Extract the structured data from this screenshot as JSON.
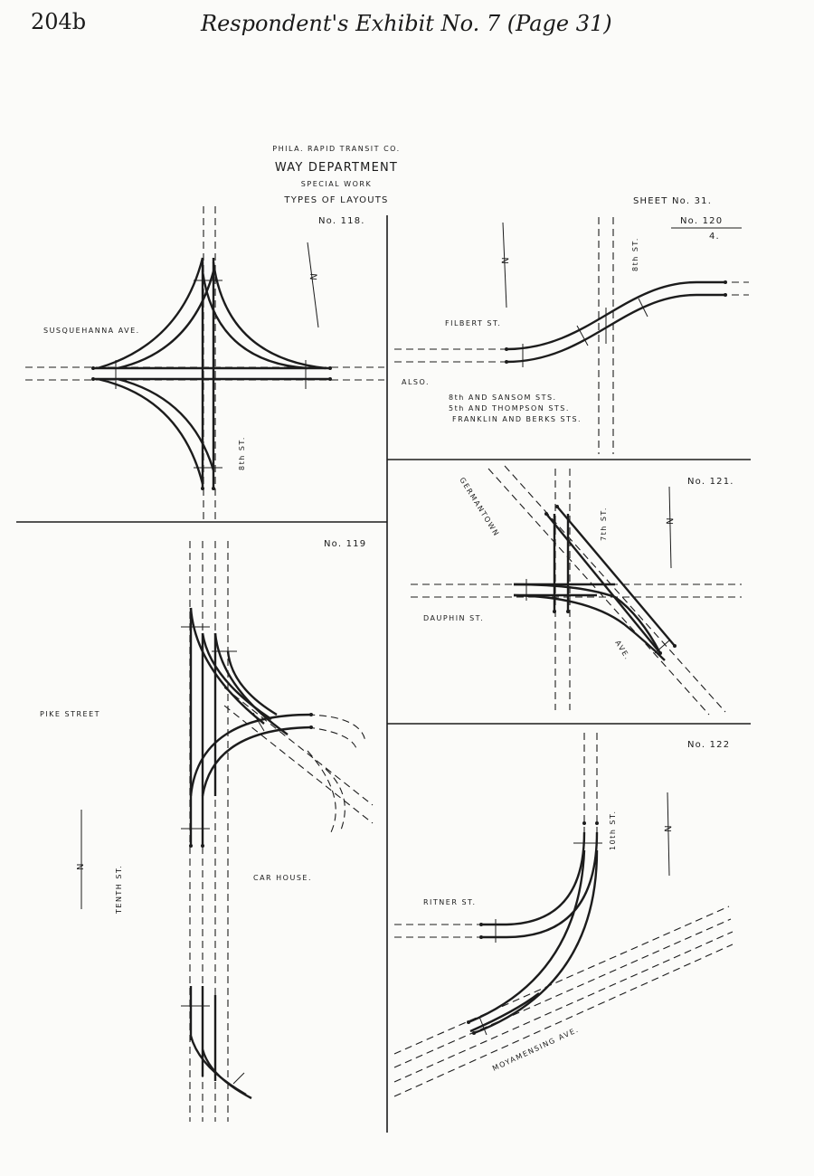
{
  "header": {
    "page_number": "204b",
    "exhibit_title": "Respondent's Exhibit No. 7 (Page 31)"
  },
  "title_block": {
    "company": "PHILA. RAPID TRANSIT CO.",
    "department": "WAY DEPARTMENT",
    "line3": "SPECIAL WORK",
    "line4": "TYPES OF LAYOUTS",
    "sheet": "SHEET No. 31.",
    "sheet_ref_top": "No. 120",
    "sheet_ref_bottom": "4."
  },
  "layouts": {
    "no118": {
      "number": "No. 118.",
      "street_a": "SUSQUEHANNA AVE.",
      "street_b": "8th ST."
    },
    "no120": {
      "number": "No. 120",
      "street_a": "FILBERT ST.",
      "street_b": "8th ST.",
      "also": "ALSO.",
      "also_lines": [
        "8th AND SANSOM STS.",
        "5th AND THOMPSON STS.",
        "FRANKLIN AND BERKS STS."
      ]
    },
    "no121": {
      "number": "No. 121.",
      "street_a": "GERMANTOWN",
      "street_a2": "AVE.",
      "street_b": "7th ST.",
      "street_c": "DAUPHIN ST."
    },
    "no119": {
      "number": "No. 119",
      "street_a": "PIKE STREET",
      "street_b": "TENTH ST.",
      "building": "CAR HOUSE."
    },
    "no122": {
      "number": "No. 122",
      "street_a": "RITNER ST.",
      "street_b": "10th ST.",
      "street_c": "MOYAMENSING AVE."
    }
  },
  "north_arrow_label": "N"
}
